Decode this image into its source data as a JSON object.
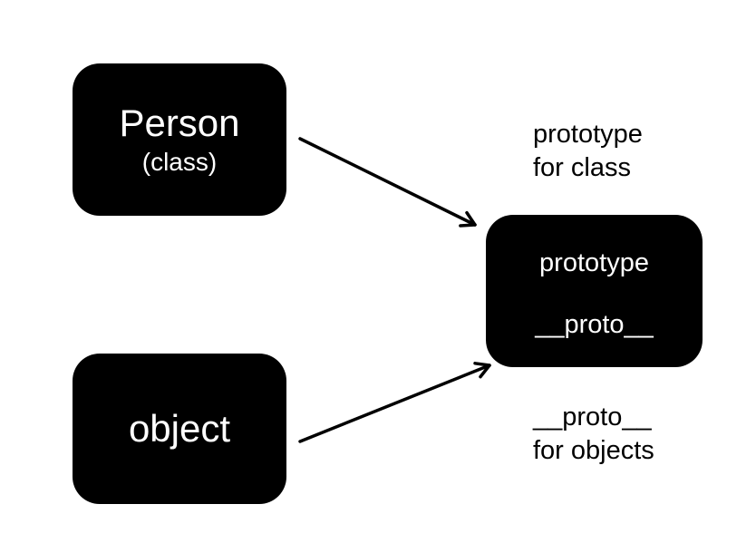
{
  "diagram": {
    "background_color": "#ffffff",
    "node_fill_color": "#000000",
    "node_text_color": "#ffffff",
    "label_text_color": "#000000",
    "arrow_color": "#000000"
  },
  "nodes": {
    "person": {
      "title": "Person",
      "subtitle": "(class)"
    },
    "object": {
      "title": "object"
    },
    "prototype": {
      "line1": "prototype",
      "line2": "__proto__"
    }
  },
  "labels": {
    "top": {
      "line1": "prototype",
      "line2": "for class"
    },
    "bottom": {
      "line1": "__proto__",
      "line2": "for objects"
    }
  },
  "arrows": [
    {
      "name": "person-to-prototype",
      "from": "person",
      "to": "prototype"
    },
    {
      "name": "object-to-prototype",
      "from": "object",
      "to": "prototype"
    }
  ]
}
